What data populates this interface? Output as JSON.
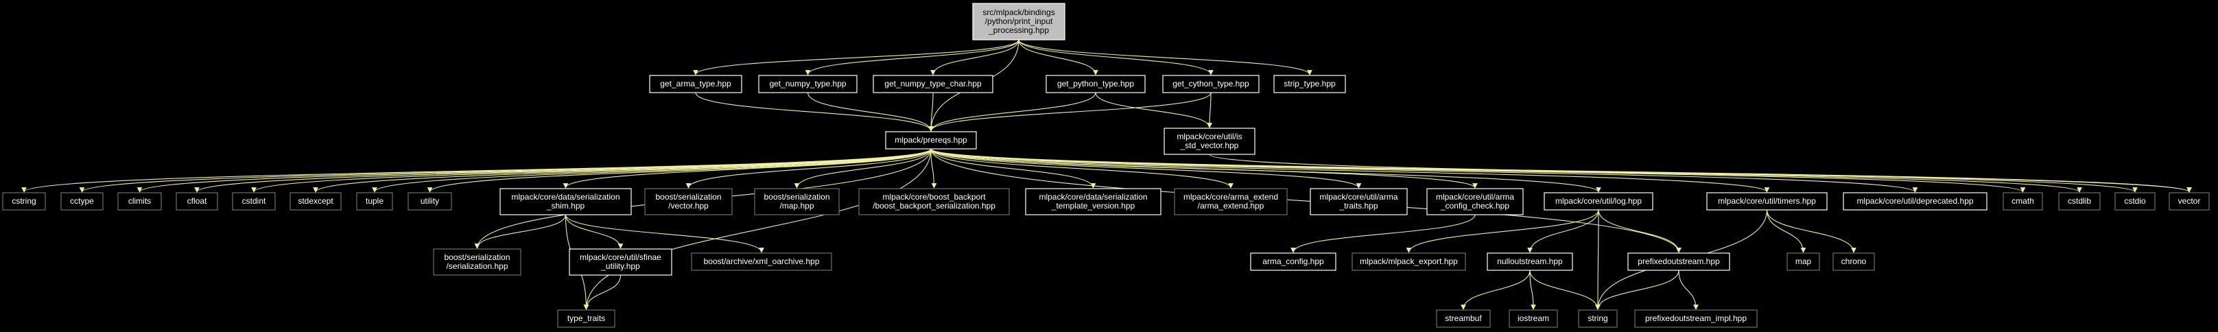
{
  "colors": {
    "background": "#000000",
    "root_fill": "#bfbfbf",
    "root_text": "#000000",
    "node_text": "#ffffff",
    "link_border": "#ffffff",
    "plain_border": "#6e6e6e",
    "edge": "#f0f0a0"
  },
  "graph": {
    "nodes": [
      {
        "id": "root",
        "lines": [
          "src/mlpack/bindings",
          "/python/print_input",
          "_processing.hpp"
        ],
        "root": true
      },
      {
        "id": "get_arma_type",
        "lines": [
          "get_arma_type.hpp"
        ],
        "link": true
      },
      {
        "id": "get_numpy_type",
        "lines": [
          "get_numpy_type.hpp"
        ],
        "link": true
      },
      {
        "id": "get_numpy_type_char",
        "lines": [
          "get_numpy_type_char.hpp"
        ],
        "link": true
      },
      {
        "id": "get_python_type",
        "lines": [
          "get_python_type.hpp"
        ],
        "link": true
      },
      {
        "id": "get_cython_type",
        "lines": [
          "get_cython_type.hpp"
        ],
        "link": true
      },
      {
        "id": "strip_type",
        "lines": [
          "strip_type.hpp"
        ],
        "link": true
      },
      {
        "id": "prereqs",
        "lines": [
          "mlpack/prereqs.hpp"
        ],
        "link": true
      },
      {
        "id": "is_std_vector",
        "lines": [
          "mlpack/core/util/is",
          "_std_vector.hpp"
        ],
        "link": true
      },
      {
        "id": "cstring",
        "lines": [
          "cstring"
        ],
        "link": false
      },
      {
        "id": "cctype",
        "lines": [
          "cctype"
        ],
        "link": false
      },
      {
        "id": "climits",
        "lines": [
          "climits"
        ],
        "link": false
      },
      {
        "id": "cfloat",
        "lines": [
          "cfloat"
        ],
        "link": false
      },
      {
        "id": "cstdint",
        "lines": [
          "cstdint"
        ],
        "link": false
      },
      {
        "id": "stdexcept",
        "lines": [
          "stdexcept"
        ],
        "link": false
      },
      {
        "id": "tuple",
        "lines": [
          "tuple"
        ],
        "link": false
      },
      {
        "id": "utility",
        "lines": [
          "utility"
        ],
        "link": false
      },
      {
        "id": "serialization_shim",
        "lines": [
          "mlpack/core/data/serialization",
          "_shim.hpp"
        ],
        "link": true
      },
      {
        "id": "boost_ser_vector",
        "lines": [
          "boost/serialization",
          "/vector.hpp"
        ],
        "link": false
      },
      {
        "id": "boost_ser_map",
        "lines": [
          "boost/serialization",
          "/map.hpp"
        ],
        "link": false
      },
      {
        "id": "boost_backport",
        "lines": [
          "mlpack/core/boost_backport",
          "/boost_backport_serialization.hpp"
        ],
        "link": false
      },
      {
        "id": "template_version",
        "lines": [
          "mlpack/core/data/serialization",
          "_template_version.hpp"
        ],
        "link": true
      },
      {
        "id": "arma_extend",
        "lines": [
          "mlpack/core/arma_extend",
          "/arma_extend.hpp"
        ],
        "link": false
      },
      {
        "id": "arma_traits",
        "lines": [
          "mlpack/core/util/arma",
          "_traits.hpp"
        ],
        "link": true
      },
      {
        "id": "arma_config_check",
        "lines": [
          "mlpack/core/util/arma",
          "_config_check.hpp"
        ],
        "link": true
      },
      {
        "id": "log",
        "lines": [
          "mlpack/core/util/log.hpp"
        ],
        "link": true
      },
      {
        "id": "timers",
        "lines": [
          "mlpack/core/util/timers.hpp"
        ],
        "link": true
      },
      {
        "id": "deprecated",
        "lines": [
          "mlpack/core/util/deprecated.hpp"
        ],
        "link": true
      },
      {
        "id": "cmath",
        "lines": [
          "cmath"
        ],
        "link": false
      },
      {
        "id": "cstdlib",
        "lines": [
          "cstdlib"
        ],
        "link": false
      },
      {
        "id": "cstdio",
        "lines": [
          "cstdio"
        ],
        "link": false
      },
      {
        "id": "vector",
        "lines": [
          "vector"
        ],
        "link": false
      },
      {
        "id": "boost_serialization",
        "lines": [
          "boost/serialization",
          "/serialization.hpp"
        ],
        "link": false
      },
      {
        "id": "sfinae_utility",
        "lines": [
          "mlpack/core/util/sfinae",
          "_utility.hpp"
        ],
        "link": true
      },
      {
        "id": "xml_oarchive",
        "lines": [
          "boost/archive/xml_oarchive.hpp"
        ],
        "link": false
      },
      {
        "id": "type_traits",
        "lines": [
          "type_traits"
        ],
        "link": false
      },
      {
        "id": "arma_config",
        "lines": [
          "arma_config.hpp"
        ],
        "link": true
      },
      {
        "id": "mlpack_export",
        "lines": [
          "mlpack/mlpack_export.hpp"
        ],
        "link": false
      },
      {
        "id": "nulloutstream",
        "lines": [
          "nulloutstream.hpp"
        ],
        "link": true
      },
      {
        "id": "prefixedoutstream",
        "lines": [
          "prefixedoutstream.hpp"
        ],
        "link": true
      },
      {
        "id": "streambuf",
        "lines": [
          "streambuf"
        ],
        "link": false
      },
      {
        "id": "iostream",
        "lines": [
          "iostream"
        ],
        "link": false
      },
      {
        "id": "string",
        "lines": [
          "string"
        ],
        "link": false
      },
      {
        "id": "map",
        "lines": [
          "map"
        ],
        "link": false
      },
      {
        "id": "chrono",
        "lines": [
          "chrono"
        ],
        "link": false
      },
      {
        "id": "prefixedoutstream_impl",
        "lines": [
          "prefixedoutstream_impl.hpp"
        ],
        "link": false
      }
    ],
    "edges": [
      [
        "root",
        "get_arma_type"
      ],
      [
        "root",
        "get_numpy_type"
      ],
      [
        "root",
        "get_numpy_type_char"
      ],
      [
        "root",
        "get_python_type"
      ],
      [
        "root",
        "get_cython_type"
      ],
      [
        "root",
        "strip_type"
      ],
      [
        "root",
        "prereqs"
      ],
      [
        "get_arma_type",
        "prereqs"
      ],
      [
        "get_numpy_type",
        "prereqs"
      ],
      [
        "get_numpy_type_char",
        "prereqs"
      ],
      [
        "get_python_type",
        "prereqs"
      ],
      [
        "get_python_type",
        "is_std_vector"
      ],
      [
        "get_cython_type",
        "prereqs"
      ],
      [
        "get_cython_type",
        "is_std_vector"
      ],
      [
        "prereqs",
        "cstring"
      ],
      [
        "prereqs",
        "cctype"
      ],
      [
        "prereqs",
        "climits"
      ],
      [
        "prereqs",
        "cfloat"
      ],
      [
        "prereqs",
        "cstdint"
      ],
      [
        "prereqs",
        "stdexcept"
      ],
      [
        "prereqs",
        "tuple"
      ],
      [
        "prereqs",
        "utility"
      ],
      [
        "prereqs",
        "serialization_shim"
      ],
      [
        "prereqs",
        "boost_ser_vector"
      ],
      [
        "prereqs",
        "boost_ser_map"
      ],
      [
        "prereqs",
        "boost_backport"
      ],
      [
        "prereqs",
        "template_version"
      ],
      [
        "prereqs",
        "arma_extend"
      ],
      [
        "prereqs",
        "arma_traits"
      ],
      [
        "prereqs",
        "arma_config_check"
      ],
      [
        "prereqs",
        "log"
      ],
      [
        "prereqs",
        "timers"
      ],
      [
        "prereqs",
        "deprecated"
      ],
      [
        "prereqs",
        "cmath"
      ],
      [
        "prereqs",
        "cstdlib"
      ],
      [
        "prereqs",
        "cstdio"
      ],
      [
        "prereqs",
        "vector"
      ],
      [
        "prereqs",
        "boost_serialization"
      ],
      [
        "prereqs",
        "type_traits"
      ],
      [
        "prereqs",
        "prefixedoutstream"
      ],
      [
        "is_std_vector",
        "vector"
      ],
      [
        "serialization_shim",
        "boost_serialization"
      ],
      [
        "serialization_shim",
        "sfinae_utility"
      ],
      [
        "serialization_shim",
        "xml_oarchive"
      ],
      [
        "serialization_shim",
        "type_traits"
      ],
      [
        "sfinae_utility",
        "type_traits"
      ],
      [
        "arma_config_check",
        "arma_config"
      ],
      [
        "log",
        "mlpack_export"
      ],
      [
        "log",
        "nulloutstream"
      ],
      [
        "log",
        "prefixedoutstream"
      ],
      [
        "log",
        "string"
      ],
      [
        "nulloutstream",
        "streambuf"
      ],
      [
        "nulloutstream",
        "iostream"
      ],
      [
        "nulloutstream",
        "string"
      ],
      [
        "prefixedoutstream",
        "string"
      ],
      [
        "prefixedoutstream",
        "prefixedoutstream_impl"
      ],
      [
        "timers",
        "map"
      ],
      [
        "timers",
        "chrono"
      ],
      [
        "timers",
        "string"
      ]
    ]
  }
}
